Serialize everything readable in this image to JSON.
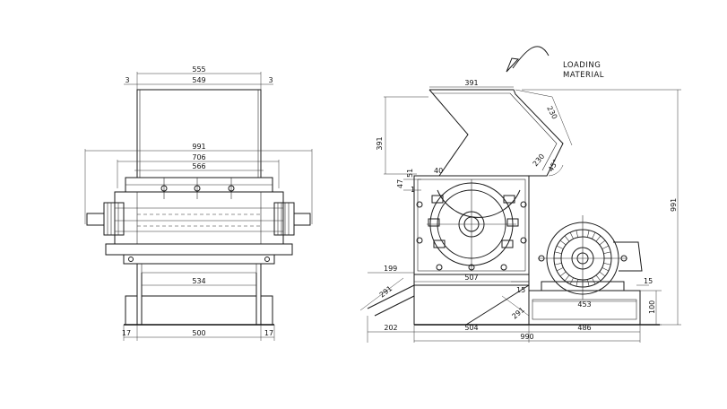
{
  "front_view": {
    "dims": {
      "overall_top": "555",
      "inner_top": "549",
      "side_left": "3",
      "side_right": "3",
      "flange_width": "991",
      "rotor_width": "706",
      "blade_width": "566",
      "base_inner": "534",
      "base_bottom": "500",
      "foot_left": "17",
      "foot_right": "17"
    }
  },
  "side_view": {
    "note_line1": "LOADING",
    "note_line2": "MATERIAL",
    "dims": {
      "hopper_top": "391",
      "hopper_height": "391",
      "hopper_slope": "230",
      "hopper_slope2": "230",
      "angle": "45°",
      "small_a": "51",
      "small_b": "40",
      "small_c": "47",
      "small_d": "1",
      "overall_height": "991",
      "chute_offset": "199",
      "chute_len": "291",
      "chute_len2": "291",
      "body_width": "507",
      "base_gap": "15",
      "motor_gap": "15",
      "motor_base": "453",
      "motor_base_h": "100",
      "left_ext": "202",
      "body_base": "504",
      "motor_len": "486",
      "overall_len": "990"
    }
  }
}
